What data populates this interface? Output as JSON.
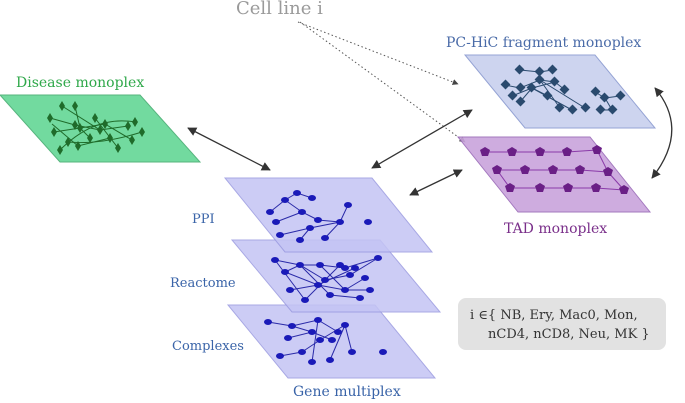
{
  "title": "Cell line i",
  "layers": {
    "pc_hic": "PC-HiC fragment monoplex",
    "disease": "Disease monoplex",
    "tad": "TAD monoplex",
    "gene_multiplex": "Gene multiplex",
    "ppi": "PPI",
    "reactome": "Reactome",
    "complexes": "Complexes"
  },
  "cell_lines": {
    "line1": "i ∈{ NB, Ery, Mac0, Mon,",
    "line2": "nCD4, nCD8, Neu, MK }"
  },
  "colors": {
    "disease_plane": "#5ad48f",
    "disease_node": "#1f6b2a",
    "pc_plane": "#c8d0ee",
    "pc_node": "#2a4a6e",
    "tad_plane": "#c9a4dc",
    "tad_node": "#6a1f86",
    "gene_plane": "#c4c4f4",
    "gene_node": "#1a1ab8"
  }
}
